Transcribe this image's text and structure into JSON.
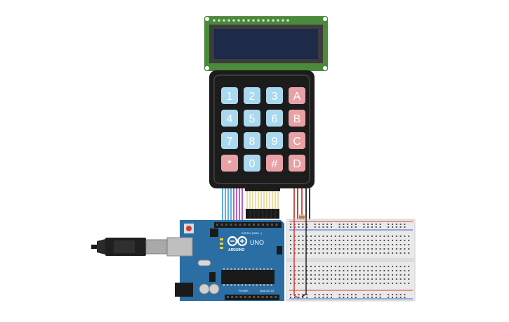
{
  "keypad": {
    "rows": [
      [
        {
          "label": "1",
          "kind": "num"
        },
        {
          "label": "2",
          "kind": "num"
        },
        {
          "label": "3",
          "kind": "num"
        },
        {
          "label": "A",
          "kind": "alpha"
        }
      ],
      [
        {
          "label": "4",
          "kind": "num"
        },
        {
          "label": "5",
          "kind": "num"
        },
        {
          "label": "6",
          "kind": "num"
        },
        {
          "label": "B",
          "kind": "alpha"
        }
      ],
      [
        {
          "label": "7",
          "kind": "num"
        },
        {
          "label": "8",
          "kind": "num"
        },
        {
          "label": "9",
          "kind": "num"
        },
        {
          "label": "C",
          "kind": "alpha"
        }
      ],
      [
        {
          "label": "*",
          "kind": "alpha"
        },
        {
          "label": "0",
          "kind": "num"
        },
        {
          "label": "#",
          "kind": "alpha"
        },
        {
          "label": "D",
          "kind": "alpha"
        }
      ]
    ],
    "colors": {
      "num": "#a9d8ef",
      "alpha": "#e8a1a5",
      "body": "#1c1c1c",
      "frame": "#2d2d2d"
    }
  },
  "lcd": {
    "pcb_color": "#4a8a3a",
    "screen_color": "#1e2a4a",
    "pin_count": 16
  },
  "arduino": {
    "logo_text": "ARDUINO",
    "model_text": "UNO",
    "digital_label": "DIGITAL (PWM ~)",
    "power_label": "POWER",
    "analog_label": "ANALOG IN",
    "board_color": "#2b6ea3"
  },
  "wires": {
    "colors": [
      "#3a9bd5",
      "#3a9bd5",
      "#3a9bd5",
      "#3a9bd5",
      "#a23ab5",
      "#a23ab5",
      "#a23ab5",
      "#a23ab5"
    ]
  },
  "breadboard": {
    "rail_red": "#d23b3b",
    "rail_blue": "#3b62d2"
  }
}
